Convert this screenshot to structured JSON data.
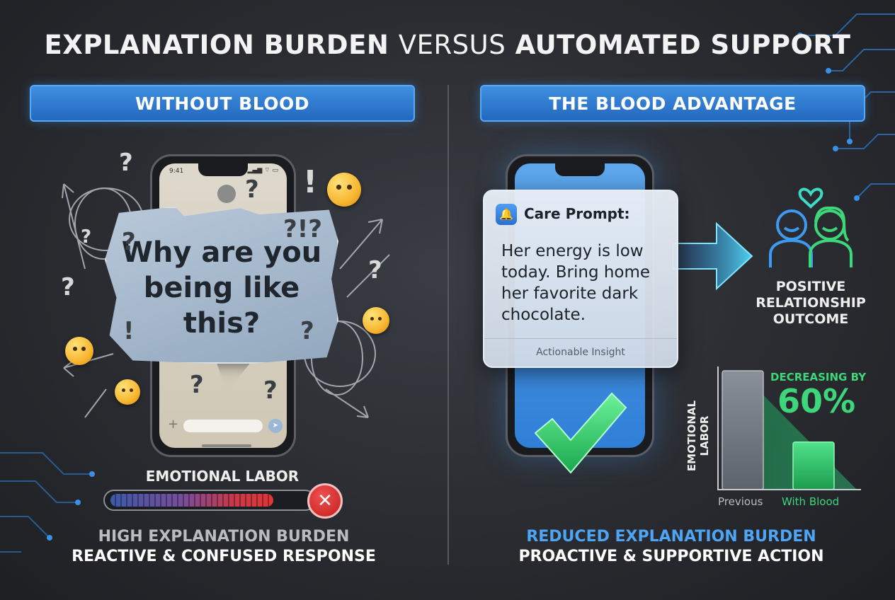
{
  "title": {
    "part1": "EXPLANATION BURDEN",
    "part2": "VERSUS",
    "part3": "AUTOMATED SUPPORT"
  },
  "left": {
    "banner": "WITHOUT BLOOD",
    "phone_time": "9:41",
    "phone_status": "▂▄▆ ⌔ ▭",
    "bubble_text": "Why are you being like this?",
    "labor_label": "EMOTIONAL LABOR",
    "labor_level": 0.82,
    "footer_line1": "HIGH EXPLANATION BURDEN",
    "footer_line2": "REACTIVE & CONFUSED RESPONSE"
  },
  "right": {
    "banner": "THE BLOOD ADVANTAGE",
    "card_title": "Care Prompt:",
    "card_body": "Her energy is low today. Bring home her favorite dark chocolate.",
    "card_footer": "Actionable Insight",
    "outcome_label": "POSITIVE RELATIONSHIP OUTCOME",
    "footer_line1": "REDUCED EXPLANATION BURDEN",
    "footer_line2": "PROACTIVE & SUPPORTIVE ACTION"
  },
  "chart_data": {
    "type": "bar",
    "categories": [
      "Previous",
      "With Blood"
    ],
    "values": [
      100,
      40
    ],
    "ylabel": "EMOTIONAL LABOR",
    "annotation_label": "DECREASING BY",
    "annotation_value": "60%",
    "ylim": [
      0,
      100
    ]
  },
  "colors": {
    "accent_blue": "#2f7fd8",
    "success_green": "#3dd67a",
    "danger_red": "#d62828"
  }
}
